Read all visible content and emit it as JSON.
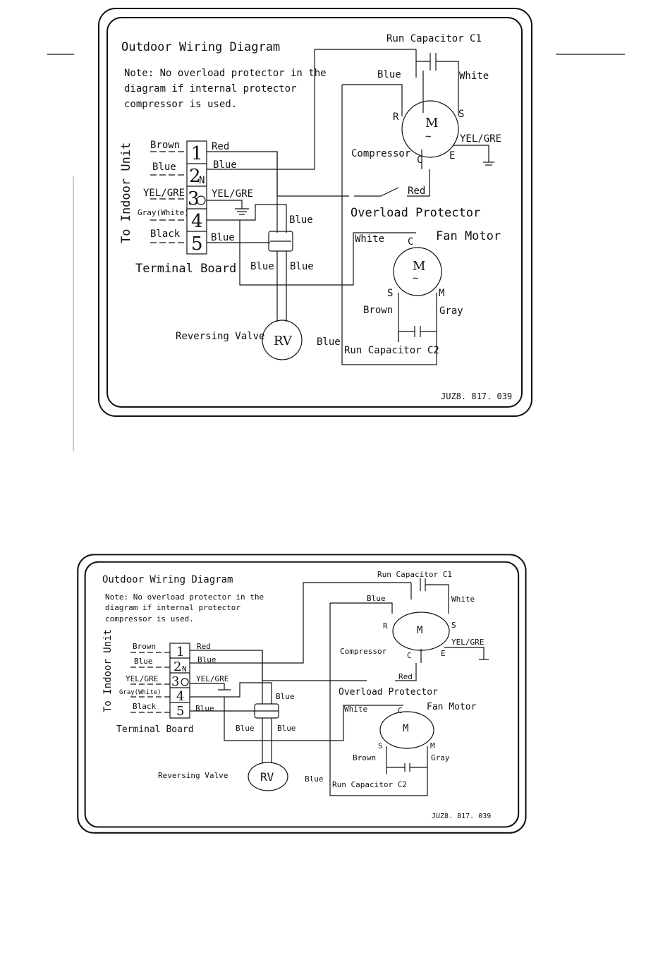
{
  "diagram": {
    "title": "Outdoor Wiring Diagram",
    "note_lines": [
      "Note: No overload protector in the",
      "diagram if internal protector",
      "compressor is used."
    ],
    "side_label": "To Indoor Unit",
    "terminal_board": {
      "label": "Terminal Board",
      "terminals": [
        {
          "num": "1",
          "sub": "",
          "left_wire": "Brown",
          "right_wire": "Red"
        },
        {
          "num": "2",
          "sub": "N",
          "left_wire": "Blue",
          "right_wire": "Blue"
        },
        {
          "num": "3",
          "sub": "",
          "left_wire": "YEL/GRE",
          "right_wire": "YEL/GRE"
        },
        {
          "num": "4",
          "sub": "",
          "left_wire": "Gray(White)",
          "right_wire": ""
        },
        {
          "num": "5",
          "sub": "",
          "left_wire": "Black",
          "right_wire": "Blue"
        }
      ]
    },
    "run_capacitor_c1": "Run Capacitor C1",
    "compressor": {
      "label": "Compressor",
      "symbol": "M",
      "pin_r": "R",
      "pin_s": "S",
      "pin_c": "C",
      "pin_e": "E",
      "wire_blue": "Blue",
      "wire_white": "White",
      "wire_yelgre": "YEL/GRE",
      "wire_red": "Red"
    },
    "overload_protector": "Overload Protector",
    "fan_motor": {
      "label": "Fan Motor",
      "symbol": "M",
      "pin_c": "C",
      "pin_s": "S",
      "pin_m": "M",
      "wire_white": "White",
      "wire_brown": "Brown",
      "wire_gray": "Gray"
    },
    "run_capacitor_c2": "Run Capacitor C2",
    "reversing_valve": {
      "label": "Reversing Valve",
      "symbol": "RV"
    },
    "blue_labels": [
      "Blue",
      "Blue",
      "Blue",
      "Blue"
    ],
    "doc_code": "JUZ8. 817. 039"
  }
}
